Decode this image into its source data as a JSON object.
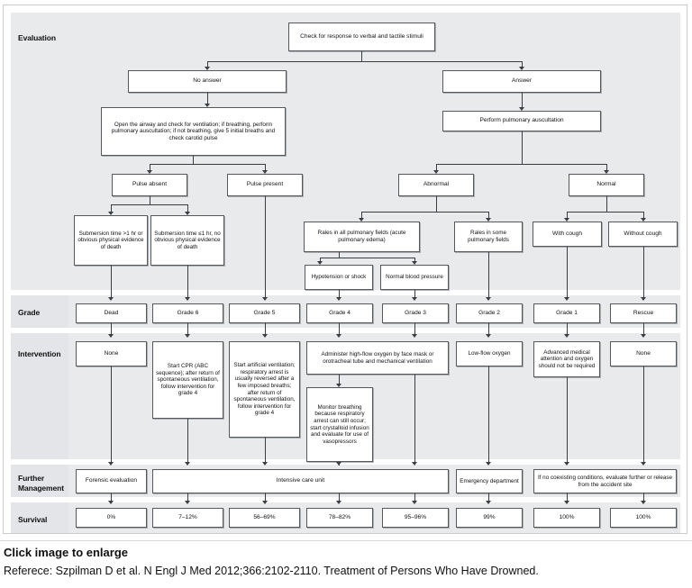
{
  "figure": {
    "rows": [
      {
        "key": "evaluation",
        "label": "Evaluation"
      },
      {
        "key": "grade",
        "label": "Grade"
      },
      {
        "key": "intervention",
        "label": "Intervention"
      },
      {
        "key": "further",
        "label": "Further\nManagement",
        "line1": "Further",
        "line2": "Management"
      },
      {
        "key": "survival",
        "label": "Survival"
      }
    ],
    "evaluation": {
      "root": "Check for response to verbal and tactile stimuli",
      "no_answer": "No answer",
      "answer": "Answer",
      "airway": "Open the airway and check for ventilation; if breathing, perform pulmonary auscultation; if not breathing, give 5 initial breaths and check carotid pulse",
      "auscultation": "Perform pulmonary auscultation",
      "pulse_absent": "Pulse absent",
      "pulse_present": "Pulse present",
      "abnormal": "Abnormal",
      "normal": "Normal",
      "submersion_long": "Submersion time >1 hr or obvious physical evidence of death",
      "submersion_short": "Submersion time ≤1 hr, no obvious physical evidence of death",
      "rales_all": "Rales in all pulmonary fields (acute pulmonary edema)",
      "rales_some": "Rales in some pulmonary fields",
      "with_cough": "With cough",
      "without_cough": "Without cough",
      "hypotension": "Hypotension or shock",
      "normal_bp": "Normal blood pressure"
    },
    "grade": [
      "Dead",
      "Grade 6",
      "Grade 5",
      "Grade 4",
      "Grade 3",
      "Grade 2",
      "Grade 1",
      "Rescue"
    ],
    "intervention": {
      "dead": "None",
      "grade6": "Start CPR (ABC sequence); after return of spontaneous ventilation, follow intervention for grade 4",
      "grade5": "Start artificial ventilation; respiratory arrest is usually reversed after a few imposed breaths; after return of spontaneous ventilation, follow intervention for grade 4",
      "grade43": "Administer high-flow oxygen by face mask or orotracheal tube and mechanical ventilation",
      "monitor": "Monitor breathing because respiratory arrest can still occur; start crystalloid infusion and evaluate for use of vasopressors",
      "grade2": "Low-flow oxygen",
      "grade1": "Advanced medical attention and oxygen should not be required",
      "rescue": "None"
    },
    "further_management": {
      "forensic": "Forensic evaluation",
      "icu": "Intensive care unit",
      "emergency": "Emergency department",
      "release": "If no coexisting conditions, evaluate further or release from the accident site"
    },
    "survival": [
      "0%",
      "7–12%",
      "56–69%",
      "78–82%",
      "95–96%",
      "99%",
      "100%",
      "100%"
    ]
  },
  "caption": {
    "title": "Click image to enlarge",
    "reference": "Referece: Szpilman D et al. N Engl J Med 2012;366:2102-2110. Treatment of Persons Who Have Drowned."
  },
  "colors": {
    "band": "#e8eaec",
    "label_col": "#e3e5e8",
    "box_border": "#55595e",
    "connector": "#3a3d41"
  }
}
